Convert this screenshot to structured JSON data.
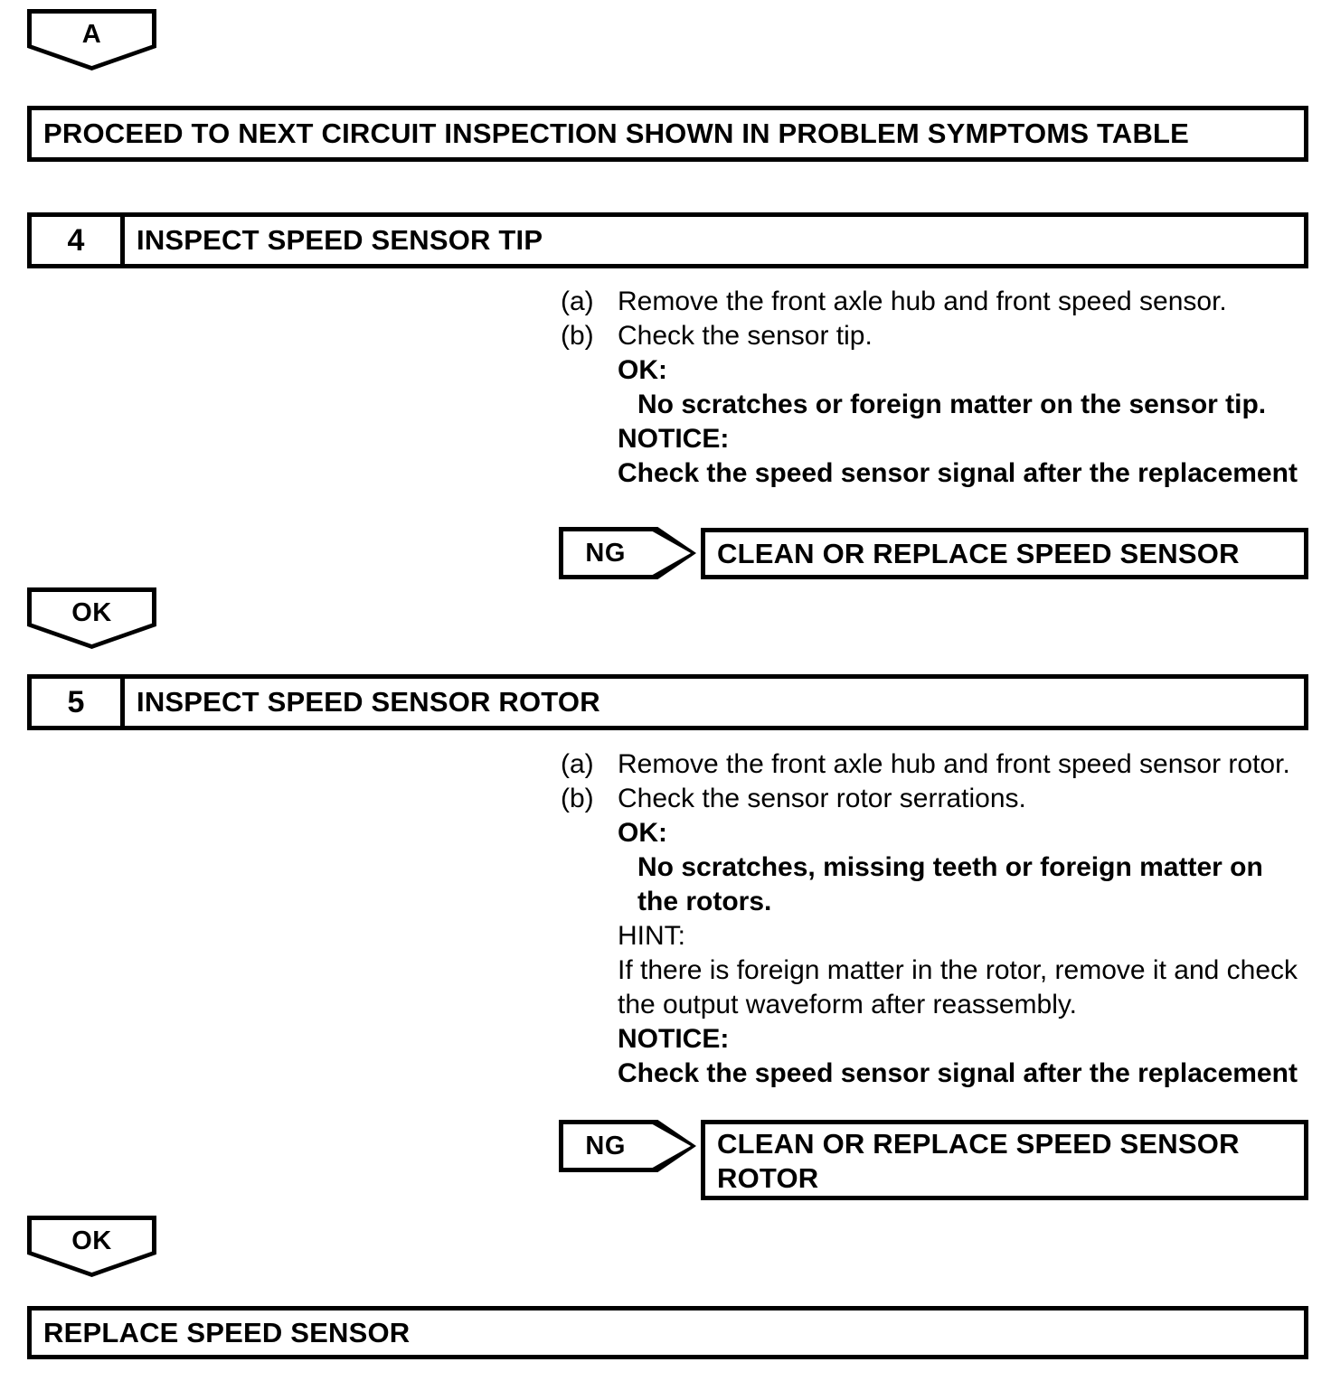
{
  "document": {
    "type": "troubleshooting-flowchart",
    "title": "Speed Sensor Inspection Flow"
  },
  "connectors": {
    "a": "A",
    "ok_after_step4": "OK",
    "ok_after_step5": "OK"
  },
  "ng_labels": {
    "step4": "NG",
    "step5": "NG"
  },
  "proceed_box": {
    "text": "PROCEED TO NEXT CIRCUIT INSPECTION SHOWN IN PROBLEM SYMPTOMS TABLE"
  },
  "step4": {
    "number": "4",
    "title": "INSPECT SPEED SENSOR TIP",
    "instructions": [
      {
        "marker": "(a)",
        "text": "Remove the front axle hub and front speed sensor."
      },
      {
        "marker": "(b)",
        "text": "Check the sensor tip."
      }
    ],
    "ok_heading": "OK:",
    "ok_text": "No scratches or foreign matter on the sensor tip.",
    "notice_heading": "NOTICE:",
    "notice_text": "Check the speed sensor signal after the replacement",
    "ng_result": "CLEAN OR REPLACE SPEED SENSOR"
  },
  "step5": {
    "number": "5",
    "title": "INSPECT SPEED SENSOR ROTOR",
    "instructions": [
      {
        "marker": "(a)",
        "text": "Remove the front axle hub and front speed sensor rotor."
      },
      {
        "marker": "(b)",
        "text": "Check the sensor rotor serrations."
      }
    ],
    "ok_heading": "OK:",
    "ok_text_line1": "No scratches, missing teeth or foreign matter on",
    "ok_text_line2": "the rotors.",
    "hint_heading": "HINT:",
    "hint_line1": "If there is foreign matter in the rotor, remove it and check",
    "hint_line2": "the output waveform after reassembly.",
    "notice_heading": "NOTICE:",
    "notice_text": "Check the speed sensor signal after the replacement",
    "ng_result_line1": "CLEAN OR REPLACE SPEED SENSOR",
    "ng_result_line2": "ROTOR"
  },
  "final_box": {
    "text": "REPLACE SPEED SENSOR"
  },
  "colors": {
    "ink": "#000000",
    "paper": "#ffffff"
  }
}
